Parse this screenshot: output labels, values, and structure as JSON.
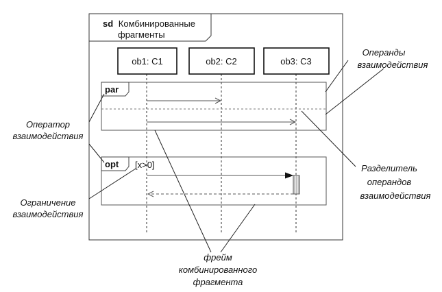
{
  "diagram": {
    "frame_keyword": "sd",
    "frame_title_line1": "Комбинированные",
    "frame_title_line2": "фрагменты",
    "objects": [
      "ob1: C1",
      "ob2: C2",
      "ob3: C3"
    ],
    "par_label": "par",
    "opt_label": "opt",
    "guard": "[x>0]"
  },
  "annotations": {
    "operands_line1": "Операнды",
    "operands_line2": "взаимодействия",
    "operator_line1": "Оператор",
    "operator_line2": "взаимодействия",
    "constraint_line1": "Ограничение",
    "constraint_line2": "взаимодействия",
    "separator_line1": "Разделитель",
    "separator_line2": "операндов",
    "separator_line3": "взаимодействия",
    "frame_line1": "фрейм",
    "frame_line2": "комбинированного",
    "frame_line3": "фрагмента"
  },
  "colors": {
    "stroke": "#333333",
    "activation": "#d0d0d0"
  }
}
